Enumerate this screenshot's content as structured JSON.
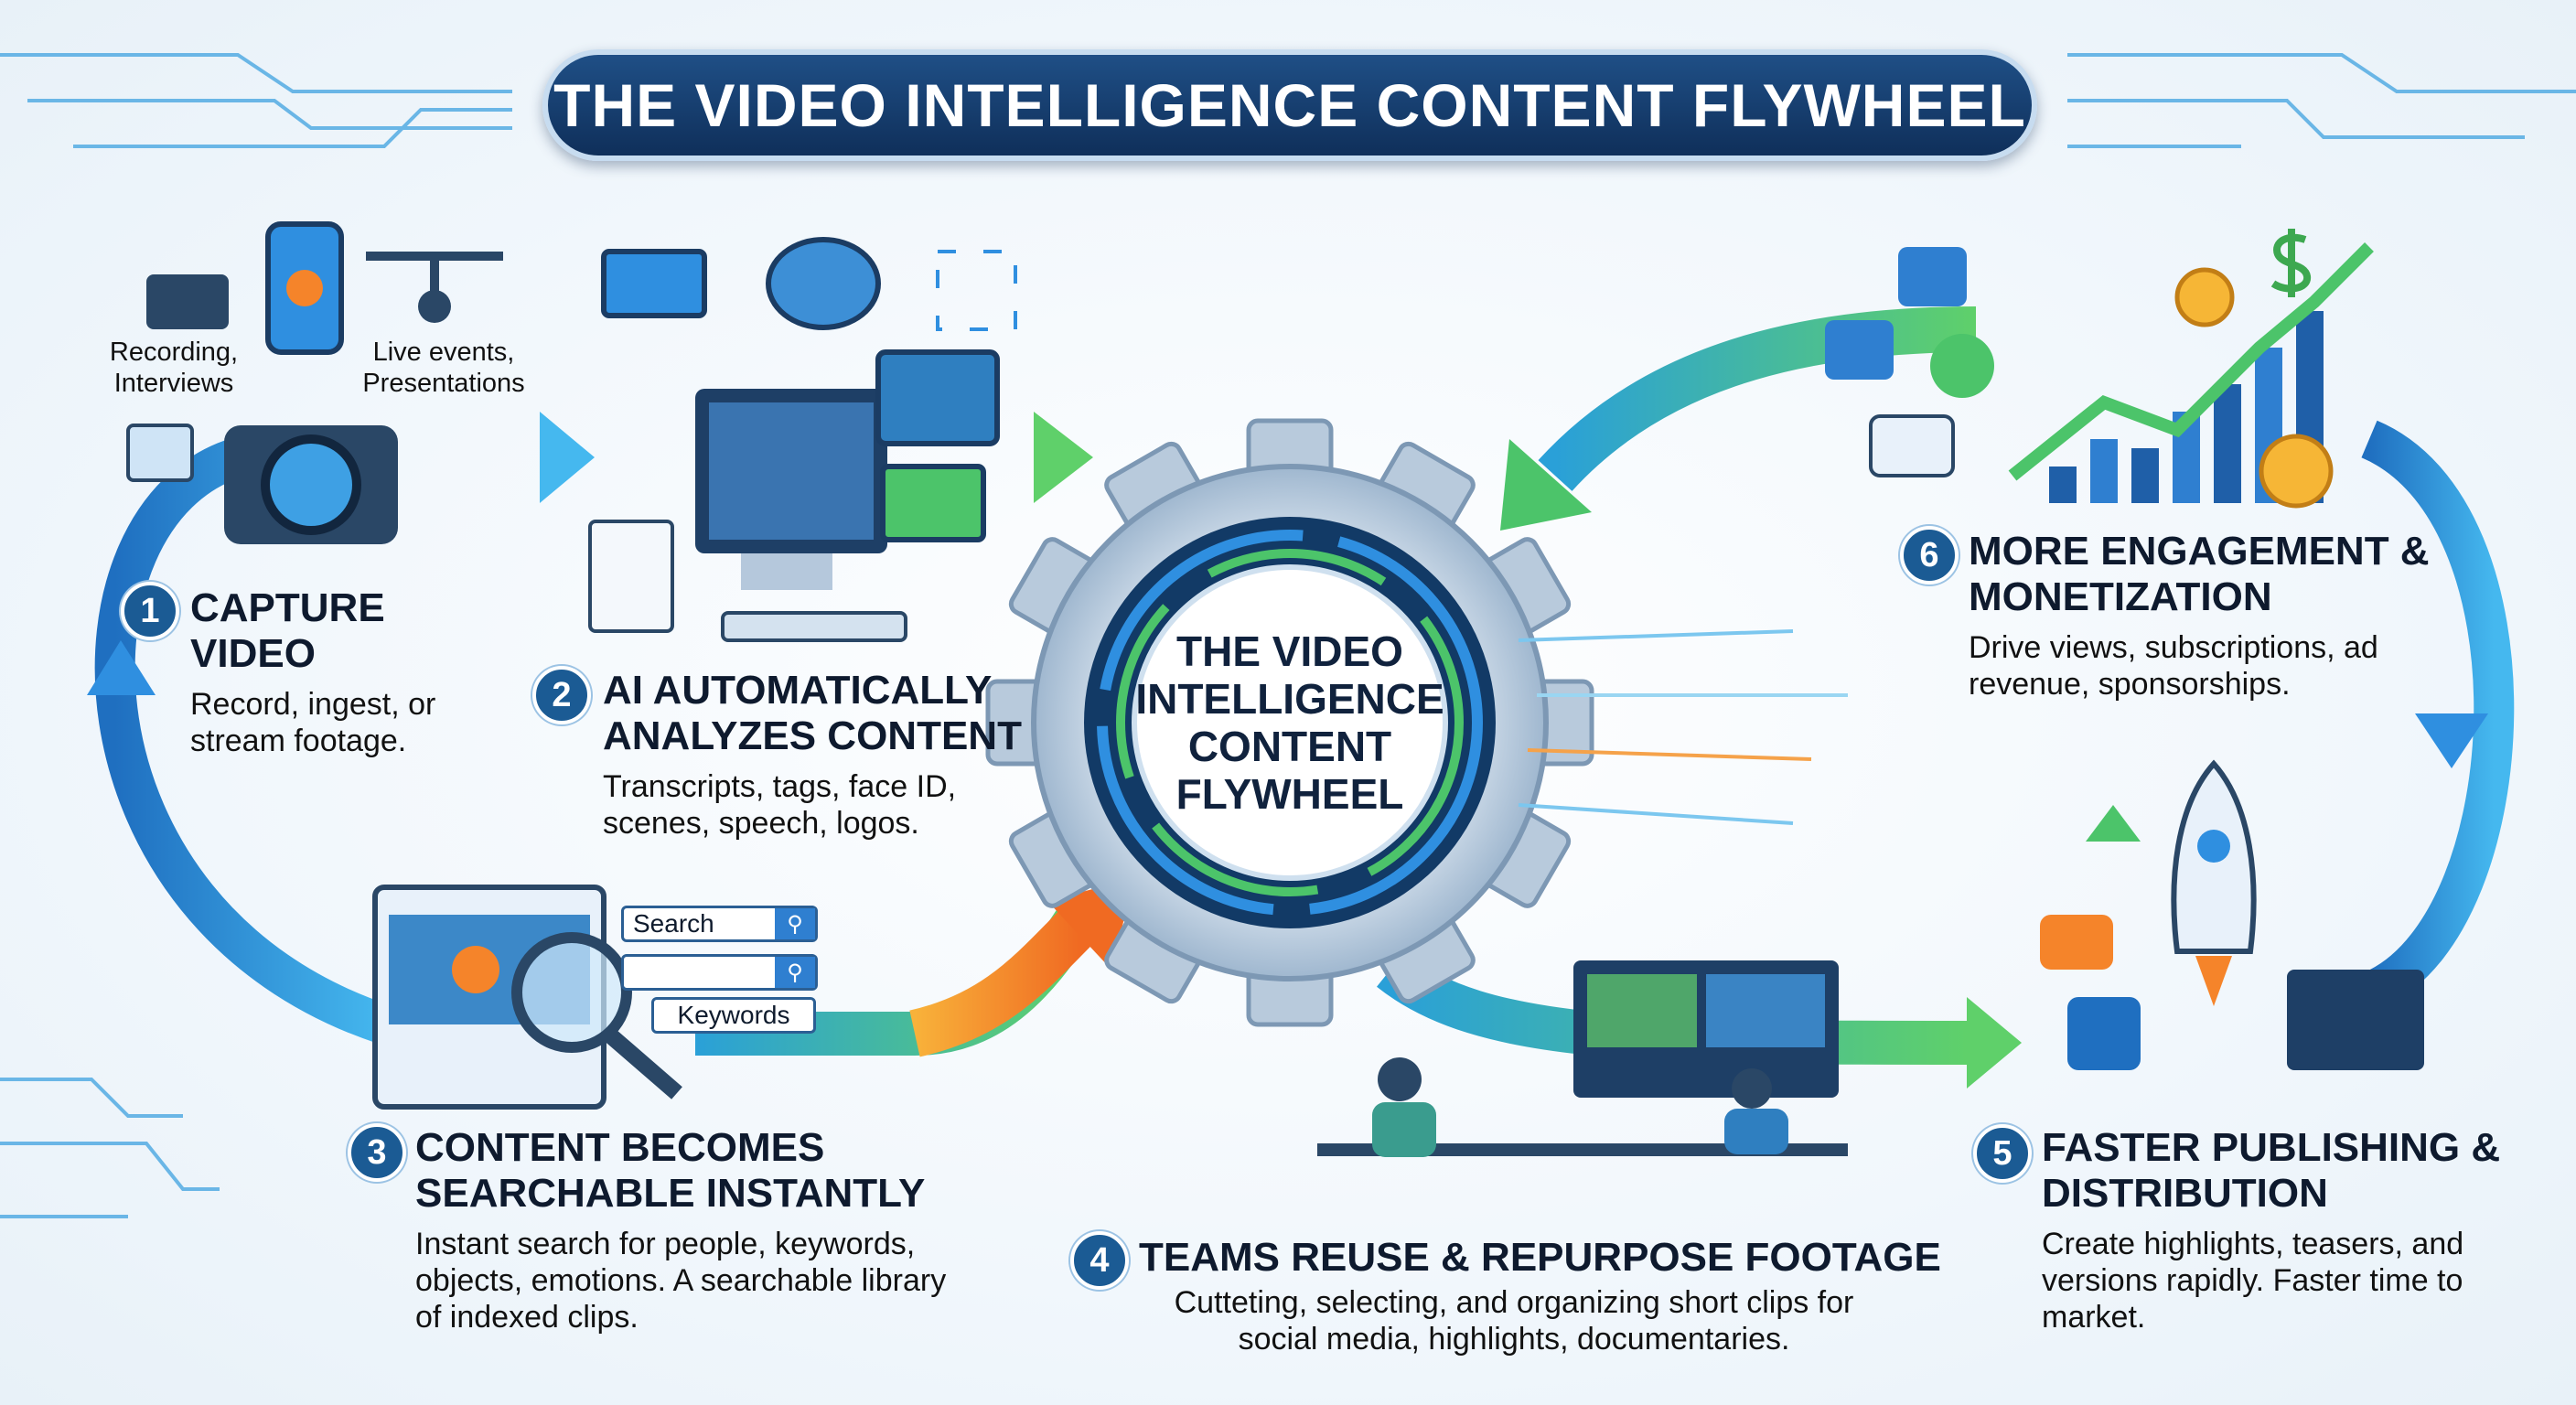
{
  "title": "THE VIDEO INTELLIGENCE CONTENT FLYWHEEL",
  "hub": {
    "line1": "THE VIDEO",
    "line2": "INTELLIGENCE",
    "line3": "CONTENT",
    "line4": "FLYWHEEL"
  },
  "capture_labels": {
    "recording": "Recording, Interviews",
    "live": "Live events, Presentations"
  },
  "search_ui": {
    "search_label": "Search",
    "keywords_label": "Keywords"
  },
  "steps": [
    {
      "number": "1",
      "heading": "CAPTURE VIDEO",
      "description": "Record, ingest, or stream footage."
    },
    {
      "number": "2",
      "heading": "AI AUTOMATICALLY ANALYZES CONTENT",
      "description": "Transcripts, tags, face ID, scenes, speech, logos."
    },
    {
      "number": "3",
      "heading": "CONTENT BECOMES SEARCHABLE INSTANTLY",
      "description": "Instant search for people, keywords, objects, emotions. A searchable library of indexed clips."
    },
    {
      "number": "4",
      "heading": "TEAMS REUSE & REPURPOSE FOOTAGE",
      "description": "Cutteting, selecting, and organizing short clips for social media, highlights, documentaries."
    },
    {
      "number": "5",
      "heading": "FASTER PUBLISHING & DISTRIBUTION",
      "description": "Create highlights, teasers, and versions rapidly. Faster time to market."
    },
    {
      "number": "6",
      "heading": "MORE ENGAGEMENT & MONETIZATION",
      "description": "Drive views, subscriptions, ad revenue, sponsorships."
    }
  ],
  "colors": {
    "navy": "#1b5b94",
    "blue": "#2f8fe0",
    "green": "#4cc46a",
    "orange": "#f5842a"
  }
}
